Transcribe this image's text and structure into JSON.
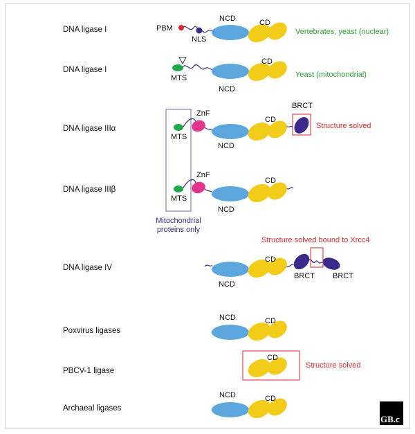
{
  "colors": {
    "ncd": "#5aa6dd",
    "cd": "#f2cc18",
    "brct": "#3b2a8c",
    "znf": "#e3348e",
    "mts": "#1ea84a",
    "pbm": "#d42a35",
    "nls": "#3b2a8c",
    "linker": "#3b2a8c",
    "box_red": "#e0262b",
    "box_purple": "#6e66b6",
    "text_green": "#2aa12f",
    "text_red": "#e0262b"
  },
  "rows": [
    {
      "label": "DNA ligase I"
    },
    {
      "label": "DNA ligase I"
    },
    {
      "label": "DNA ligase IIIα"
    },
    {
      "label": "DNA ligase IIIβ"
    },
    {
      "label": "DNA ligase IV"
    },
    {
      "label": "Poxvirus ligases"
    },
    {
      "label": "PBCV-1 ligase"
    },
    {
      "label": "Archaeal ligases"
    }
  ],
  "domains": {
    "ncd": "NCD",
    "cd": "CD",
    "brct": "BRCT",
    "znf": "ZnF",
    "mts": "MTS",
    "pbm": "PBM",
    "nls": "NLS"
  },
  "annotations": {
    "nuclear": "Vertebrates, yeast (nuclear)",
    "mito": "Yeast (mitochondrial)",
    "solved": "Structure solved",
    "solved_xrcc4": "Structure solved bound to Xrcc4",
    "mito_only_line1": "Mitochondrial",
    "mito_only_line2": "proteins only"
  },
  "logo": {
    "text": "GB.c"
  }
}
